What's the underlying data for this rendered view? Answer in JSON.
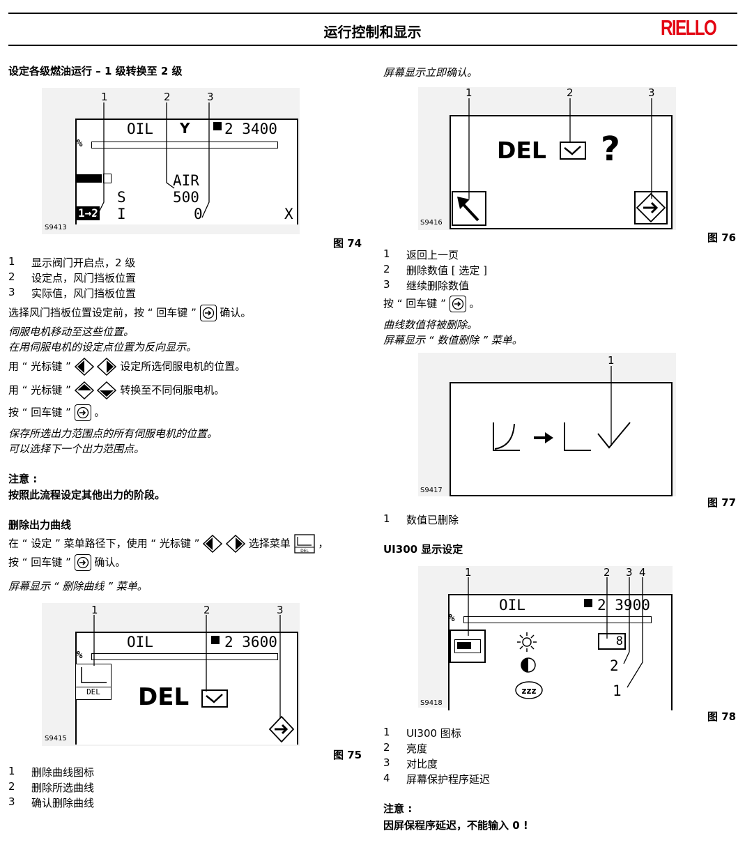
{
  "header": {
    "title": "运行控制和显示",
    "brand": "RIELLO",
    "brand_color": "#e30613"
  },
  "left": {
    "section1_title": "设定各级燃油运行 – 1 级转换至 2 级",
    "fig74": {
      "callouts": [
        "1",
        "2",
        "3"
      ],
      "lcd": {
        "oil": "OIL",
        "value": "2 3400",
        "percent": "%",
        "air": "AIR",
        "s": "S",
        "s_val": "500",
        "stage": "1→2",
        "i": "I",
        "i_val": "0",
        "x": "X"
      },
      "code": "S9413",
      "label": "图 74"
    },
    "legend74": [
      {
        "n": "1",
        "text": "显示阀门开启点，2 级"
      },
      {
        "n": "2",
        "text": "设定点，风门挡板位置"
      },
      {
        "n": "3",
        "text": "实际值，风门挡板位置"
      }
    ],
    "p1a": "选择风门挡板位置设定前，按 “ 回车键 ”",
    "p1b": "确认。",
    "p2": "伺服电机移动至这些位置。",
    "p3": "在用伺服电机的设定点位置为反向显示。",
    "p4a": "用 “ 光标键 ”",
    "p4b": "设定所选伺服电机的位置。",
    "p5a": "用 “ 光标键 ”",
    "p5b": "转换至不同伺服电机。",
    "p6a": "按 “ 回车键 ”",
    "p6b": "。",
    "p7": "保存所选出力范围点的所有伺服电机的位置。",
    "p8": "可以选择下一个出力范围点。",
    "note_title": "注意 :",
    "note_text": "按照此流程设定其他出力的阶段。",
    "section2_title": "删除出力曲线",
    "p9a": "在 “ 设定 ” 菜单路径下，使用 “ 光标键 ”",
    "p9b": "选择菜单",
    "p9c": "，",
    "p10a": "按 “ 回车键 ”",
    "p10b": "确认。",
    "p11": "屏幕显示 “ 删除曲线 ” 菜单。",
    "fig75": {
      "callouts": [
        "1",
        "2",
        "3"
      ],
      "lcd": {
        "oil": "OIL",
        "value": "2 3600",
        "percent": "%",
        "del_icon": "DEL",
        "del": "DEL"
      },
      "code": "S9415",
      "label": "图 75"
    },
    "legend75": [
      {
        "n": "1",
        "text": "删除曲线图标"
      },
      {
        "n": "2",
        "text": "删除所选曲线"
      },
      {
        "n": "3",
        "text": "确认删除曲线"
      }
    ]
  },
  "right": {
    "p1": "屏幕显示立即确认。",
    "fig76": {
      "callouts": [
        "1",
        "2",
        "3"
      ],
      "lcd": {
        "del": "DEL",
        "q": "?"
      },
      "code": "S9416",
      "label": "图 76"
    },
    "legend76": [
      {
        "n": "1",
        "text": "返回上一页"
      },
      {
        "n": "2",
        "text": "删除数值 [ 选定 ]"
      },
      {
        "n": "3",
        "text": "继续删除数值"
      }
    ],
    "p2a": "按 “ 回车键 ”",
    "p2b": "。",
    "p3": "曲线数值将被删除。",
    "p4": "屏幕显示 “ 数值删除 ” 菜单。",
    "fig77": {
      "callouts": [
        "1"
      ],
      "code": "S9417",
      "label": "图 77"
    },
    "legend77": [
      {
        "n": "1",
        "text": "数值已删除"
      }
    ],
    "section3_title": "UI300 显示设定",
    "fig78": {
      "callouts": [
        "1",
        "2",
        "3",
        "4"
      ],
      "lcd": {
        "oil": "OIL",
        "value": "2 3900",
        "percent": "%",
        "box_val": "8",
        "v2": "2",
        "v1": "1"
      },
      "code": "S9418",
      "label": "图 78"
    },
    "legend78": [
      {
        "n": "1",
        "text": "UI300 图标"
      },
      {
        "n": "2",
        "text": "亮度"
      },
      {
        "n": "3",
        "text": "对比度"
      },
      {
        "n": "4",
        "text": "屏幕保护程序延迟"
      }
    ],
    "note_title": "注意 :",
    "note_text": "因屏保程序延迟，不能输入 0 !"
  }
}
